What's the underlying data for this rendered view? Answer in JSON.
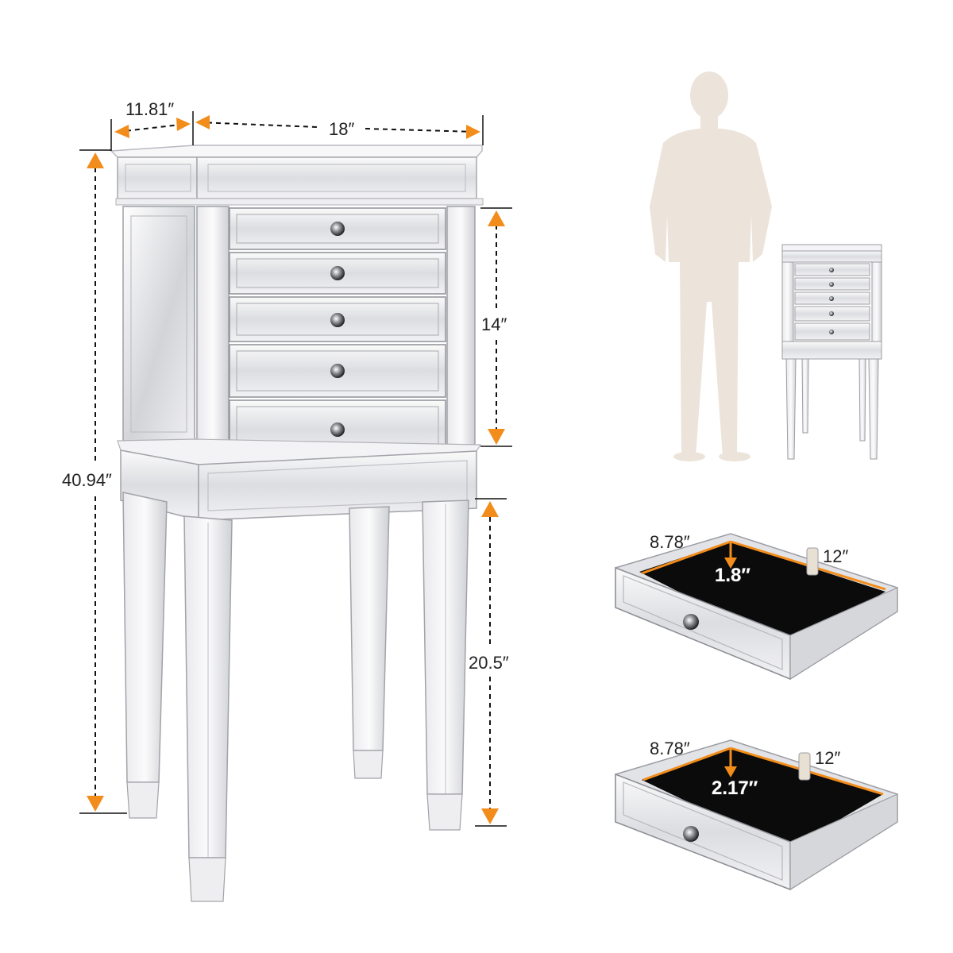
{
  "colors": {
    "arrow": "#f28c1b",
    "dim_line": "#111111",
    "mirror_light": "#f4f4f6",
    "mirror_mid": "#d9dade",
    "mirror_dark": "#9ea0a6",
    "person": "#ece3da",
    "drawer_lining": "#0b0b0b"
  },
  "main_dimensions": {
    "top_depth": "11.81″",
    "top_width": "18″",
    "total_height": "40.94″",
    "drawer_section_height": "14″",
    "leg_height": "20.5″"
  },
  "drawer_top": {
    "width": "8.78″",
    "length": "12″",
    "depth": "1.8″"
  },
  "drawer_bottom": {
    "width": "8.78″",
    "length": "12″",
    "depth": "2.17″"
  }
}
